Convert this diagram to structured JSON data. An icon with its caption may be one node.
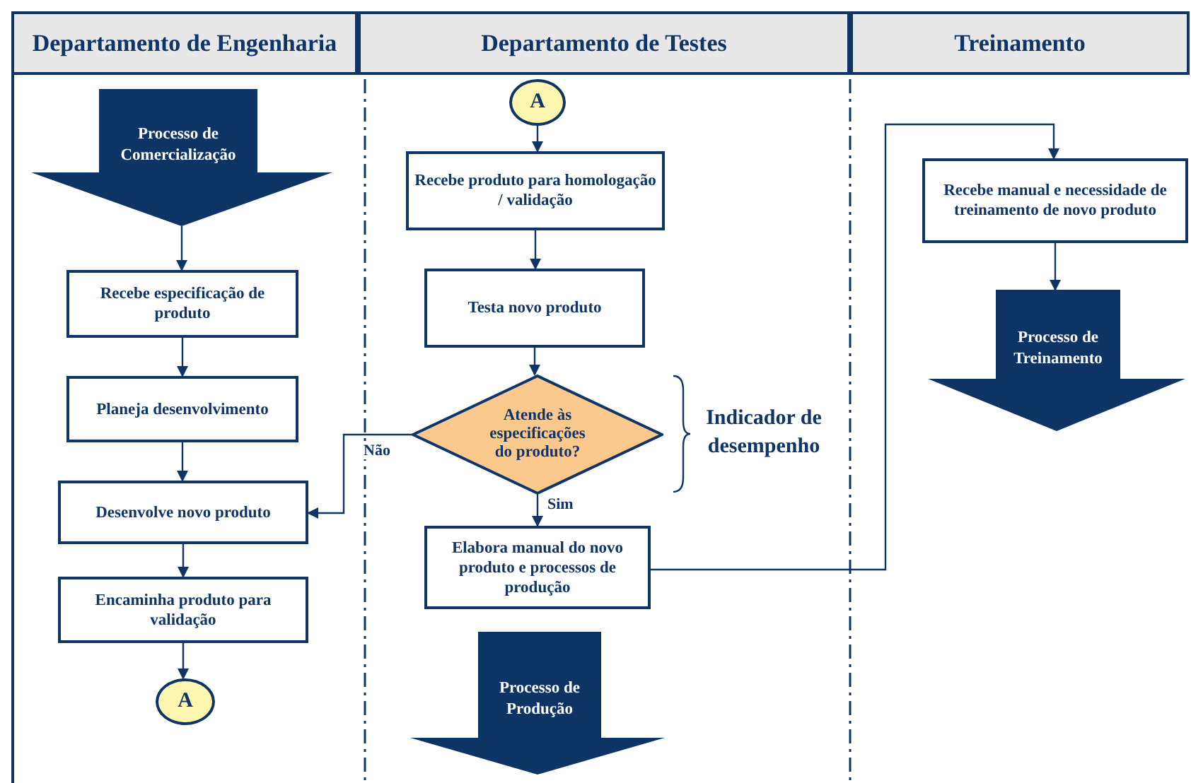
{
  "diagram": {
    "nodes": [
      {
        "text": [
          "Departamento de Engenharia"
        ]
      },
      {
        "text": [
          "Departamento de Testes"
        ]
      },
      {
        "text": [
          "Treinamento"
        ]
      },
      {
        "text": [
          "Processo de Comercialização"
        ]
      },
      {
        "text": [
          "Recebe especificação de produto"
        ]
      },
      {
        "text": [
          "Planeja desenvolvimento"
        ]
      },
      {
        "text": [
          "Desenvolve novo produto"
        ]
      },
      {
        "text": [
          "Encaminha produto para validação"
        ]
      },
      {
        "text": [
          "A"
        ]
      },
      {
        "text": [
          "A"
        ]
      },
      {
        "text": [
          "Recebe produto para homologação / validação"
        ]
      },
      {
        "text": [
          "Testa novo produto"
        ]
      },
      {
        "text": [
          "Atende às especificações do produto?"
        ]
      },
      {
        "text": [
          "Elabora manual do novo produto e processos de produção"
        ]
      },
      {
        "text": [
          "Processo de Produção"
        ]
      },
      {
        "text": [
          "Recebe manual e necessidade de treinamento de novo produto"
        ]
      },
      {
        "text": [
          "Processo de Treinamento"
        ]
      }
    ],
    "edges": [
      {
        "from": 3,
        "to": 4,
        "arrow": "to"
      },
      {
        "from": 4,
        "to": 5,
        "arrow": "to"
      },
      {
        "from": 5,
        "to": 6,
        "arrow": "to"
      },
      {
        "from": 6,
        "to": 7,
        "arrow": "to"
      },
      {
        "from": 7,
        "to": 8,
        "arrow": "to"
      },
      {
        "from": 9,
        "to": 10,
        "arrow": "to"
      },
      {
        "from": 10,
        "to": 11,
        "arrow": "to"
      },
      {
        "from": 11,
        "to": 12,
        "arrow": "to"
      },
      {
        "from": 12,
        "to": 6,
        "arrow": "to",
        "label": "Não"
      },
      {
        "from": 12,
        "to": 13,
        "arrow": "to",
        "label": "Sim"
      },
      {
        "from": 13,
        "to": 15,
        "arrow": "to"
      },
      {
        "from": 15,
        "to": 16,
        "arrow": "to"
      }
    ],
    "labels": [
      "Indicador de desempenho"
    ]
  }
}
